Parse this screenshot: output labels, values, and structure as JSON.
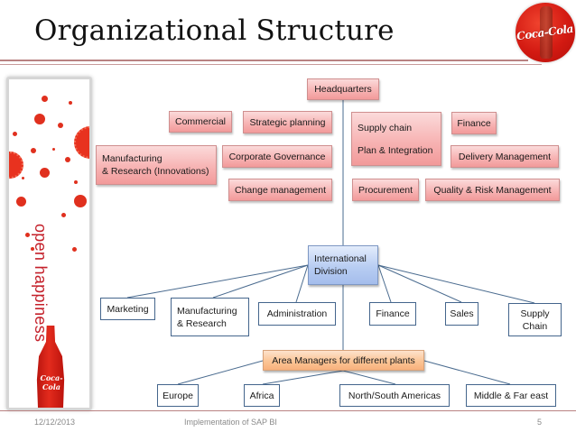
{
  "slide": {
    "title": "Organizational Structure",
    "logo_text": "Coca-Cola",
    "side_panel": {
      "tagline": "open happiness",
      "bottle_label": "Coca-Cola"
    }
  },
  "colors": {
    "title_rule": "#b98282",
    "pink_box": "#f7b4b4",
    "blue_box": "#b8cdf2",
    "orange_box": "#fbc596",
    "white_box_border": "#44658c",
    "connector": "#4a6b8f"
  },
  "chart": {
    "headquarters": "Headquarters",
    "hq_functions": {
      "commercial": "Commercial",
      "strategic_planning": "Strategic planning",
      "manufacturing_line1": "Manufacturing",
      "manufacturing_line2": "& Research (Innovations)",
      "corporate_governance": "Corporate Governance",
      "change_management": "Change management",
      "supply_chain_line1": "Supply chain",
      "supply_chain_line2": "Plan & Integration",
      "finance": "Finance",
      "delivery_management": "Delivery Management",
      "procurement": "Procurement",
      "quality_risk": "Quality & Risk Management"
    },
    "international_division_line1": "International",
    "international_division_line2": "Division",
    "divisions": {
      "marketing": "Marketing",
      "manufacturing_line1": "Manufacturing",
      "manufacturing_line2": "& Research",
      "administration": "Administration",
      "finance": "Finance",
      "sales": "Sales",
      "supply_line1": "Supply",
      "supply_line2": "Chain"
    },
    "area_managers": "Area Managers for different plants",
    "regions": {
      "europe": "Europe",
      "africa": "Africa",
      "americas": "North/South Americas",
      "middle_far_east": "Middle & Far east"
    }
  },
  "footer": {
    "date": "12/12/2013",
    "presentation_title": "Implementation of SAP BI",
    "page_number": "5"
  }
}
